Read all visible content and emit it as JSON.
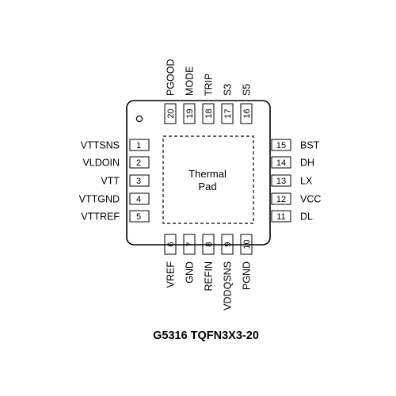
{
  "package": {
    "caption": "G5316 TQFN3X3-20",
    "thermal_pad": {
      "line1": "Thermal",
      "line2": "Pad"
    },
    "pins": {
      "left": [
        {
          "num": "1",
          "name": "VTTSNS"
        },
        {
          "num": "2",
          "name": "VLDOIN"
        },
        {
          "num": "3",
          "name": "VTT"
        },
        {
          "num": "4",
          "name": "VTTGND"
        },
        {
          "num": "5",
          "name": "VTTREF"
        }
      ],
      "bottom": [
        {
          "num": "6",
          "name": "VREF"
        },
        {
          "num": "7",
          "name": "GND"
        },
        {
          "num": "8",
          "name": "REFIN"
        },
        {
          "num": "9",
          "name": "VDDQSNS"
        },
        {
          "num": "10",
          "name": "PGND"
        }
      ],
      "right": [
        {
          "num": "11",
          "name": "DL"
        },
        {
          "num": "12",
          "name": "VCC"
        },
        {
          "num": "13",
          "name": "LX"
        },
        {
          "num": "14",
          "name": "DH"
        },
        {
          "num": "15",
          "name": "BST"
        }
      ],
      "top": [
        {
          "num": "16",
          "name": "S5"
        },
        {
          "num": "17",
          "name": "S3"
        },
        {
          "num": "18",
          "name": "TRIP"
        },
        {
          "num": "19",
          "name": "MODE"
        },
        {
          "num": "20",
          "name": "PGOOD"
        }
      ]
    }
  }
}
